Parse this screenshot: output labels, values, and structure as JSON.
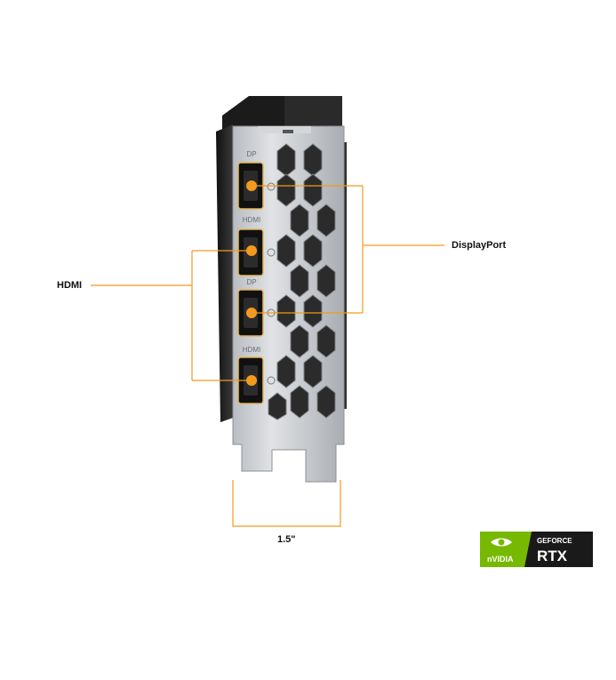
{
  "callouts": {
    "hdmi_label": "HDMI",
    "displayport_label": "DisplayPort",
    "width_label": "1.5\""
  },
  "bracket_markings": {
    "port_1": "DP",
    "port_2": "HDMI",
    "port_3": "DP",
    "port_4": "HDMI"
  },
  "badge": {
    "brand": "nVIDIA",
    "line1": "GEFORCE",
    "line2": "RTX"
  },
  "colors": {
    "accent": "#f39a1e",
    "nvidia_green": "#76b900",
    "bracket_silver": "#c9ccd0",
    "dark": "#1a1a1a"
  }
}
